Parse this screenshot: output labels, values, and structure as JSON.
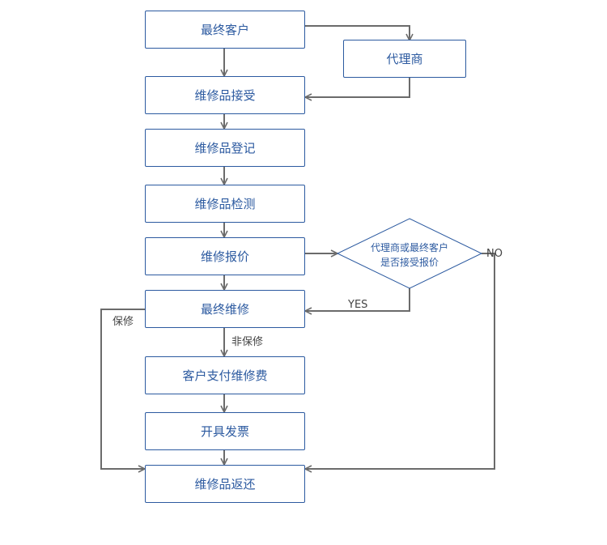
{
  "colors": {
    "node_border": "#2c5aa0",
    "node_text": "#2c5aa0",
    "edge": "#6b6b6b",
    "label": "#444444"
  },
  "nodes": {
    "end_customer": "最终客户",
    "agent": "代理商",
    "repair_received": "维修品接受",
    "repair_registered": "维修品登记",
    "repair_inspected": "维修品检测",
    "repair_quote": "维修报价",
    "decision_line1": "代理商或最终客户",
    "decision_line2": "是否接受报价",
    "final_repair": "最终维修",
    "customer_pays": "客户支付维修费",
    "invoice": "开具发票",
    "repair_returned": "维修品返还"
  },
  "edge_labels": {
    "yes": "YES",
    "no": "NO",
    "warranty": "保修",
    "non_warranty": "非保修"
  }
}
